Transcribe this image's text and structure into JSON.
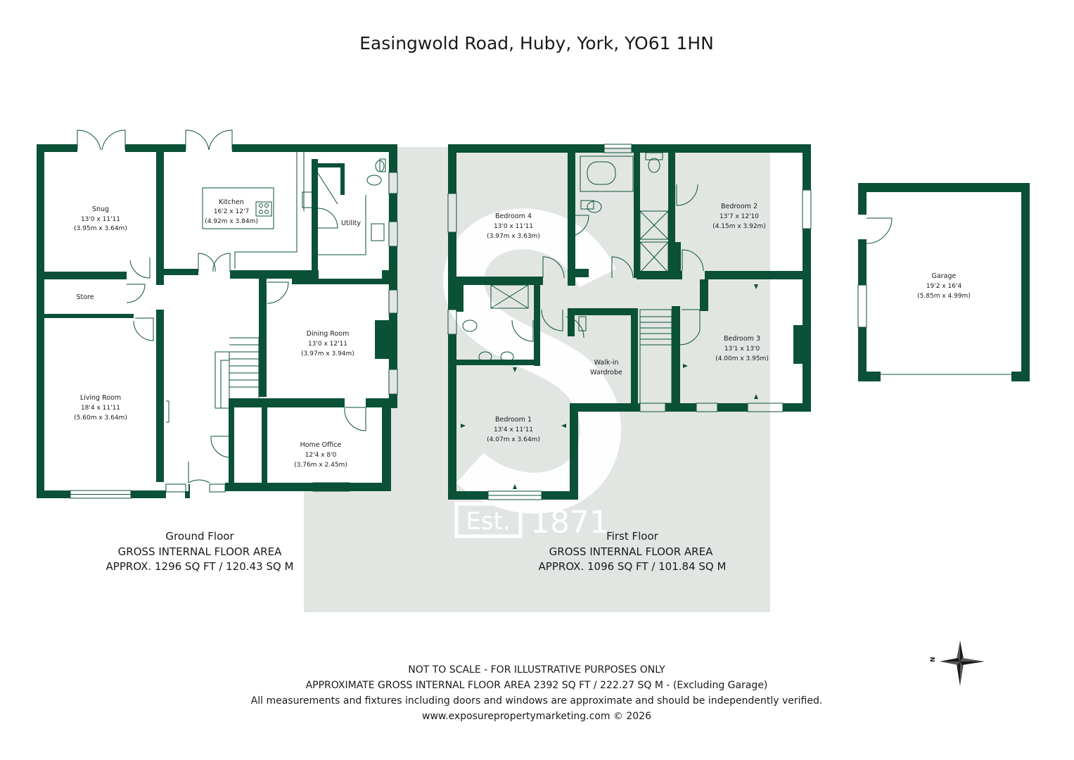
{
  "title": "Easingwold Road, Huby, York, YO61 1HN",
  "colors": {
    "wall": "#0b5137",
    "watermark_band": "#e2e6e3",
    "watermark_letter": "#ffffff",
    "room_fill": "#ffffff",
    "text": "#1a1a1a"
  },
  "rooms": {
    "snug": {
      "name": "Snug",
      "dim_imperial": "13'0 x 11'11",
      "dim_metric": "(3.95m x 3.64m)"
    },
    "kitchen": {
      "name": "Kitchen",
      "dim_imperial": "16'2 x 12'7",
      "dim_metric": "(4.92m x 3.84m)"
    },
    "utility": {
      "name": "Utility"
    },
    "store": {
      "name": "Store"
    },
    "living_room": {
      "name": "Living Room",
      "dim_imperial": "18'4 x 11'11",
      "dim_metric": "(5.60m x 3.64m)"
    },
    "dining_room": {
      "name": "Dining Room",
      "dim_imperial": "13'0 x 12'11",
      "dim_metric": "(3.97m x 3.94m)"
    },
    "home_office": {
      "name": "Home Office",
      "dim_imperial": "12'4 x 8'0",
      "dim_metric": "(3.76m x 2.45m)"
    },
    "bedroom_4": {
      "name": "Bedroom 4",
      "dim_imperial": "13'0 x 11'11",
      "dim_metric": "(3.97m x 3.63m)"
    },
    "bedroom_2": {
      "name": "Bedroom 2",
      "dim_imperial": "13'7 x 12'10",
      "dim_metric": "(4.15m x 3.92m)"
    },
    "bedroom_3": {
      "name": "Bedroom 3",
      "dim_imperial": "13'1 x 13'0",
      "dim_metric": "(4.00m x 3.95m)"
    },
    "bedroom_1": {
      "name": "Bedroom 1",
      "dim_imperial": "13'4 x 11'11",
      "dim_metric": "(4.07m x 3.64m)"
    },
    "walk_in_wardrobe": {
      "name_line1": "Walk-in",
      "name_line2": "Wardrobe"
    },
    "garage": {
      "name": "Garage",
      "dim_imperial": "19'2 x 16'4",
      "dim_metric": "(5.85m x 4.99m)"
    }
  },
  "floors": {
    "ground": {
      "name": "Ground Floor",
      "line2": "GROSS INTERNAL FLOOR AREA",
      "line3": "APPROX. 1296 SQ FT / 120.43 SQ M"
    },
    "first": {
      "name": "First Floor",
      "line2": "GROSS INTERNAL FLOOR AREA",
      "line3": "APPROX. 1096 SQ FT / 101.84 SQ M"
    }
  },
  "watermark": {
    "est": "Est.",
    "year": "1871",
    "letter": "S"
  },
  "compass": {
    "label": "N",
    "icon": "compass-rose-icon"
  },
  "footer": {
    "line1": "NOT TO SCALE - FOR ILLUSTRATIVE PURPOSES ONLY",
    "line2": "APPROXIMATE GROSS INTERNAL FLOOR AREA 2392 SQ FT / 222.27 SQ M - (Excluding Garage)",
    "line3": "All measurements and fixtures including doors and windows are approximate and should be independently verified.",
    "line4": "www.exposurepropertymarketing.com © 2026"
  }
}
